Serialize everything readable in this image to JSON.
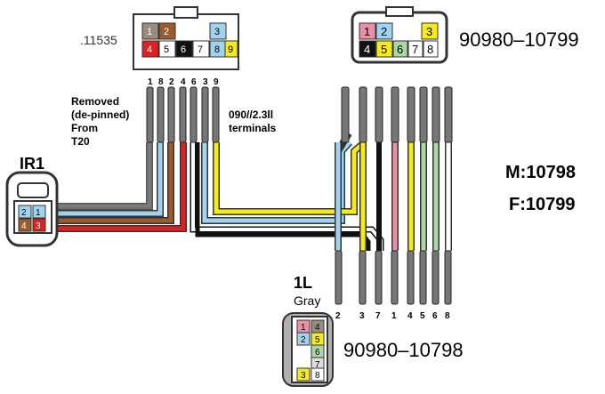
{
  "top_left_connector": {
    "part_suffix": ".11535",
    "cavities_top": [
      "1",
      "2",
      "",
      "",
      "",
      "3"
    ],
    "cavities_bottom": [
      "4",
      "5",
      "6",
      "7",
      "8",
      "9"
    ],
    "pin_order_label": [
      "1",
      "8",
      "2",
      "4",
      "6",
      "3",
      "9"
    ]
  },
  "top_right_connector": {
    "part_number": "90980–10799",
    "cavities_top": [
      "1",
      "2",
      "",
      "3"
    ],
    "cavities_bottom": [
      "4",
      "5",
      "6",
      "7",
      "8"
    ]
  },
  "bottom_connector": {
    "name": "1L",
    "color_label": "Gray",
    "part_number": "90980–10798",
    "cavities": [
      "1",
      "2",
      "3",
      "4",
      "5",
      "6",
      "7",
      "8"
    ],
    "pin_order_label": [
      "2",
      "3",
      "7",
      "1",
      "4",
      "5",
      "6",
      "8"
    ]
  },
  "ir1_connector": {
    "name": "IR1",
    "cavities": [
      "2",
      "1",
      "4",
      "3"
    ]
  },
  "notes": {
    "removed_line1": "Removed",
    "removed_line2": "(de-pinned)",
    "removed_line3": "From",
    "removed_line4": "T20",
    "terminals_line1": "090//2.3ll",
    "terminals_line2": "terminals",
    "male": "M:10798",
    "female": "F:10799"
  },
  "colors": {
    "gray": "#7a7a7a",
    "blue": "#9fd3ef",
    "brown": "#9b5b2e",
    "red": "#e02020",
    "yellow": "#f7ec1a",
    "white": "#ffffff",
    "black": "#111111",
    "pink": "#e98fa6",
    "green": "#a9d8a4",
    "orange": "#f6c05c"
  }
}
